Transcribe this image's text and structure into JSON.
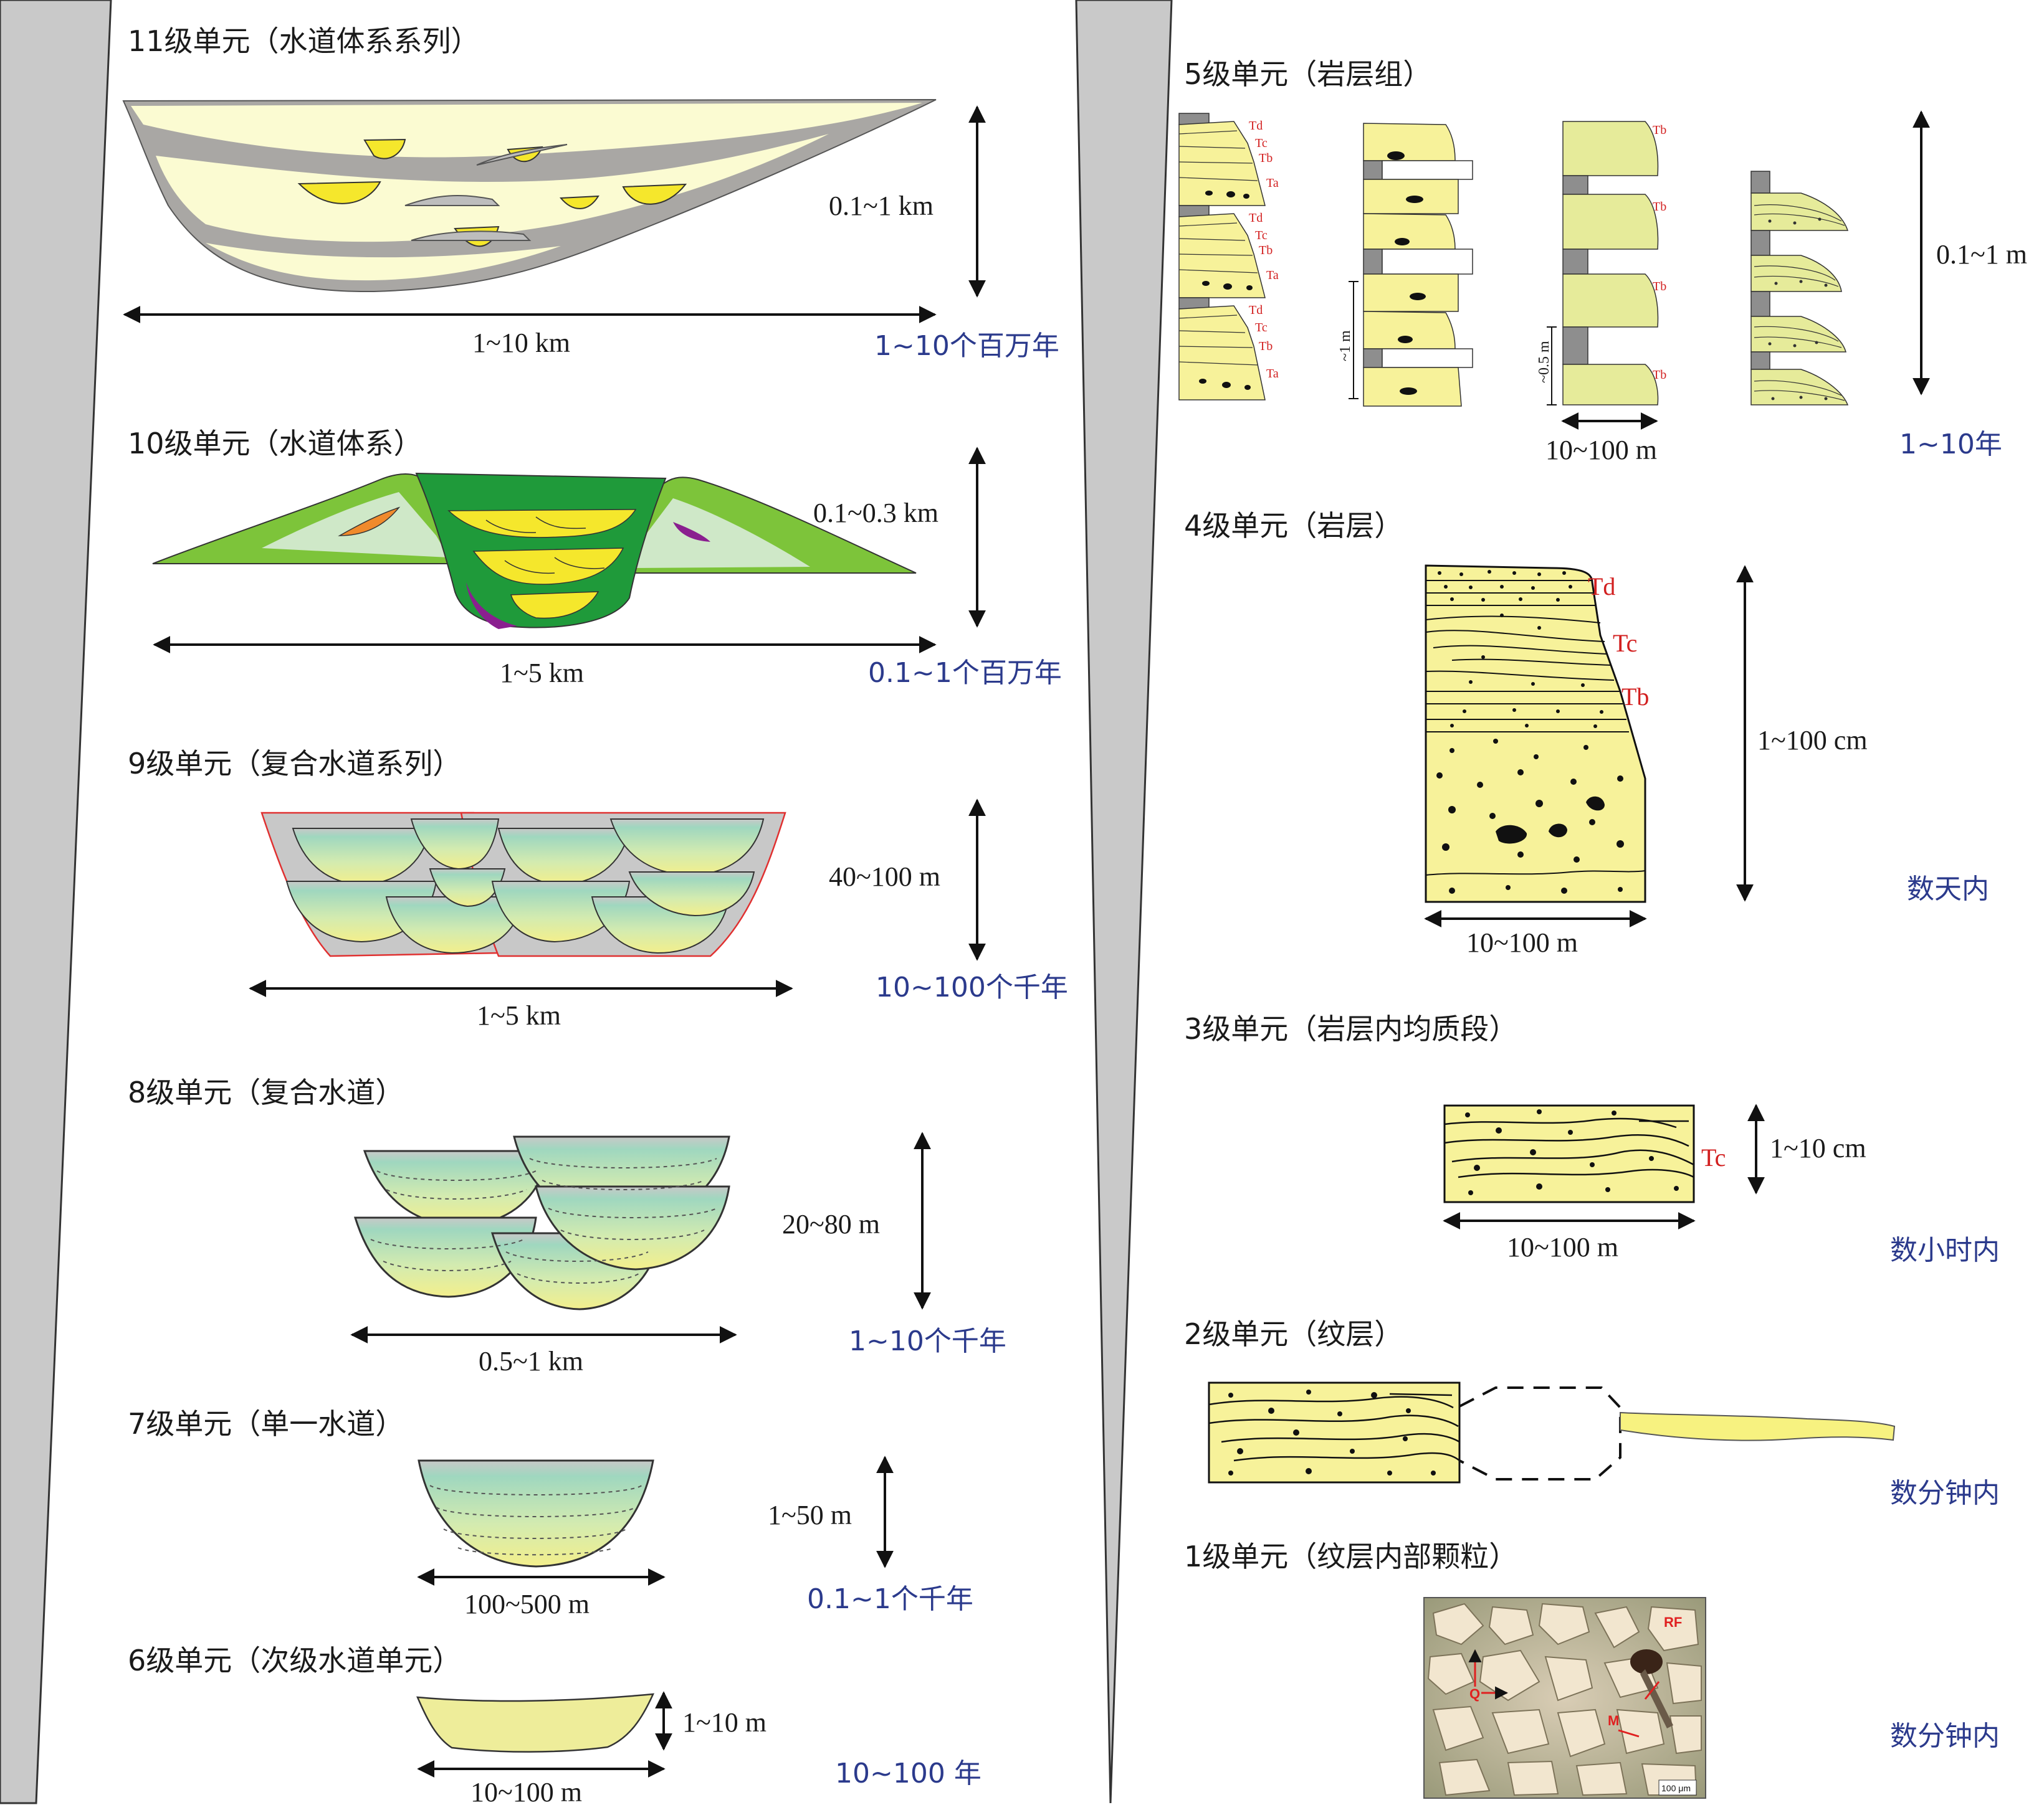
{
  "colors": {
    "sand": "#f7f29a",
    "pale_sand": "#fbfbd2",
    "mud_grey": "#a9a7a4",
    "channel_green": "#1f9a3a",
    "levee_green": "#7dc43a",
    "pale_green": "#cfe8c8",
    "time_text": "#2b3a8c",
    "bed_label": "#d21f1f"
  },
  "left": {
    "u11": {
      "title": "11级单元（水道体系系列）",
      "vertical": "0.1~1 km",
      "horizontal": "1~10 km",
      "time": "1~10个百万年"
    },
    "u10": {
      "title": "10级单元（水道体系）",
      "vertical": "0.1~0.3 km",
      "horizontal": "1~5 km",
      "time": "0.1~1个百万年"
    },
    "u9": {
      "title": "9级单元（复合水道系列）",
      "vertical": "40~100 m",
      "horizontal": "1~5 km",
      "time": "10~100个千年"
    },
    "u8": {
      "title": "8级单元（复合水道）",
      "vertical": "20~80 m",
      "horizontal": "0.5~1 km",
      "time": "1~10个千年"
    },
    "u7": {
      "title": "7级单元（单一水道）",
      "vertical": "1~50 m",
      "horizontal": "100~500 m",
      "time": "0.1~1个千年"
    },
    "u6": {
      "title": "6级单元（次级水道单元）",
      "vertical": "1~10 m",
      "horizontal": "10~100 m",
      "time": "10~100 年"
    }
  },
  "right": {
    "u5": {
      "title": "5级单元（岩层组）",
      "vertical": "0.1~1 m",
      "horizontal": "10~100 m",
      "time": "1~10年",
      "col1_labels": [
        "Td",
        "Tc",
        "Tb",
        "Ta"
      ],
      "col2_scale": "~1 m",
      "col3_scale": "~0.5 m",
      "col3_label": "Tb"
    },
    "u4": {
      "title": "4级单元（岩层）",
      "vertical": "1~100 cm",
      "horizontal": "10~100 m",
      "time": "数天内",
      "labels": [
        "Td",
        "Tc",
        "Tb"
      ]
    },
    "u3": {
      "title": "3级单元（岩层内均质段）",
      "vertical": "1~10 cm",
      "horizontal": "10~100 m",
      "time": "数小时内",
      "label": "Tc"
    },
    "u2": {
      "title": "2级单元（纹层）",
      "time": "数分钟内"
    },
    "u1": {
      "title": "1级单元（纹层内部颗粒）",
      "time": "数分钟内",
      "micro_labels": {
        "rf": "RF",
        "q": "Q",
        "m": "M",
        "scale": "100 μm"
      }
    }
  }
}
